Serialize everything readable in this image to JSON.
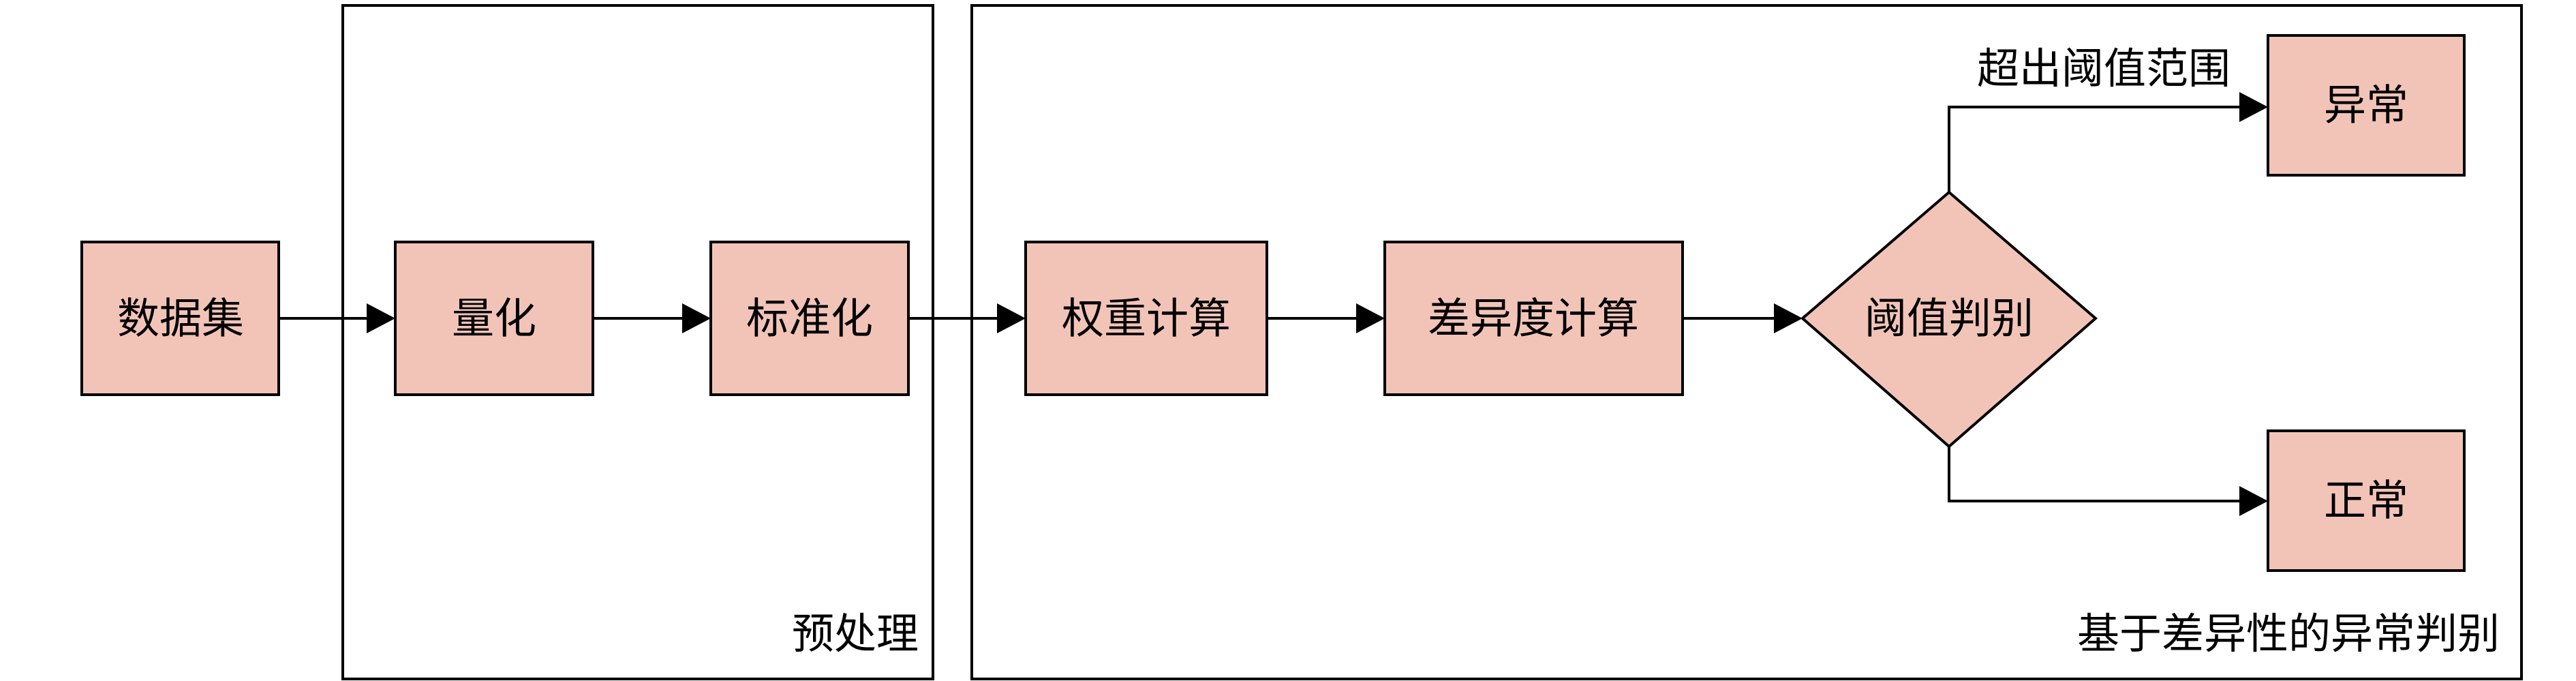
{
  "diagram": {
    "groups": {
      "preprocess": {
        "label": "预处理"
      },
      "detection": {
        "label": "基于差异性的异常判别"
      }
    },
    "nodes": {
      "dataset": {
        "label": "数据集"
      },
      "quantize": {
        "label": "量化"
      },
      "standardize": {
        "label": "标准化"
      },
      "weight_calc": {
        "label": "权重计算"
      },
      "difference_calc": {
        "label": "差异度计算"
      },
      "threshold_judge": {
        "label": "阈值判别"
      },
      "abnormal": {
        "label": "异常"
      },
      "normal": {
        "label": "正常"
      }
    },
    "edges": {
      "out_of_range": {
        "label": "超出阈值范围"
      }
    },
    "colors": {
      "node_fill": "#f2c4b8",
      "stroke": "#000000",
      "background": "#ffffff"
    }
  }
}
